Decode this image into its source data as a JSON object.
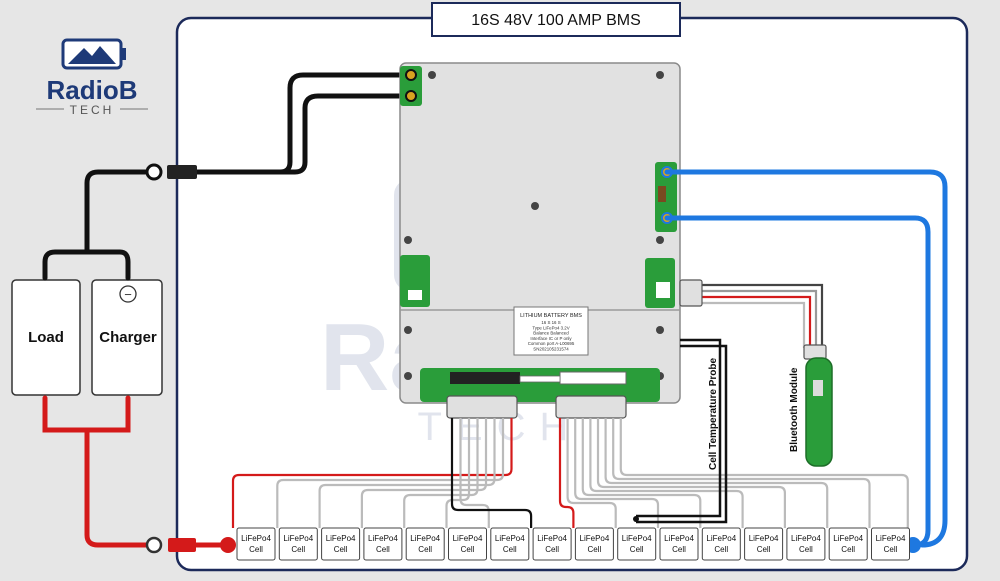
{
  "title": "16S 48V 100 AMP BMS",
  "logo": {
    "brand": "RadioB",
    "sub": "TECH"
  },
  "watermark": {
    "brand": "RadioB",
    "sub": "TECH"
  },
  "devices": {
    "load": "Load",
    "charger": "Charger",
    "charger_symbol": "−"
  },
  "bms_label": {
    "header": "LITHIUM BATTERY BMS",
    "lines": [
      "16 S 16 S",
      "Type LiFePo4 3.2V",
      "Balance Balanced",
      "Interface IC or P only",
      "Common port A-L00695",
      "SN202105231574"
    ]
  },
  "probe_label": "Cell Temperature Probe",
  "bluetooth_label": "Bluetooth Module",
  "cell": {
    "line1": "LiFePo4",
    "line2": "Cell",
    "count": 16
  },
  "colors": {
    "frame": "#1c2a5a",
    "negative": "#d41a1a",
    "positive": "#1e78e0",
    "wire": "#111111",
    "balance": "#bbbbbb",
    "pcb": "#2a9d3a",
    "logo": "#1e3a78"
  }
}
